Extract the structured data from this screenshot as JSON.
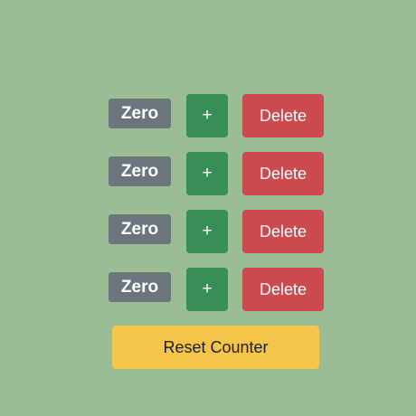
{
  "colors": {
    "background": "#9bbd95",
    "zero_badge": "#6c757d",
    "increment_button": "#388e56",
    "delete_button": "#cc4a4e",
    "reset_button": "#f5c44a"
  },
  "counters": [
    {
      "value_label": "Zero",
      "increment_label": "+",
      "delete_label": "Delete"
    },
    {
      "value_label": "Zero",
      "increment_label": "+",
      "delete_label": "Delete"
    },
    {
      "value_label": "Zero",
      "increment_label": "+",
      "delete_label": "Delete"
    },
    {
      "value_label": "Zero",
      "increment_label": "+",
      "delete_label": "Delete"
    }
  ],
  "reset_label": "Reset Counter"
}
